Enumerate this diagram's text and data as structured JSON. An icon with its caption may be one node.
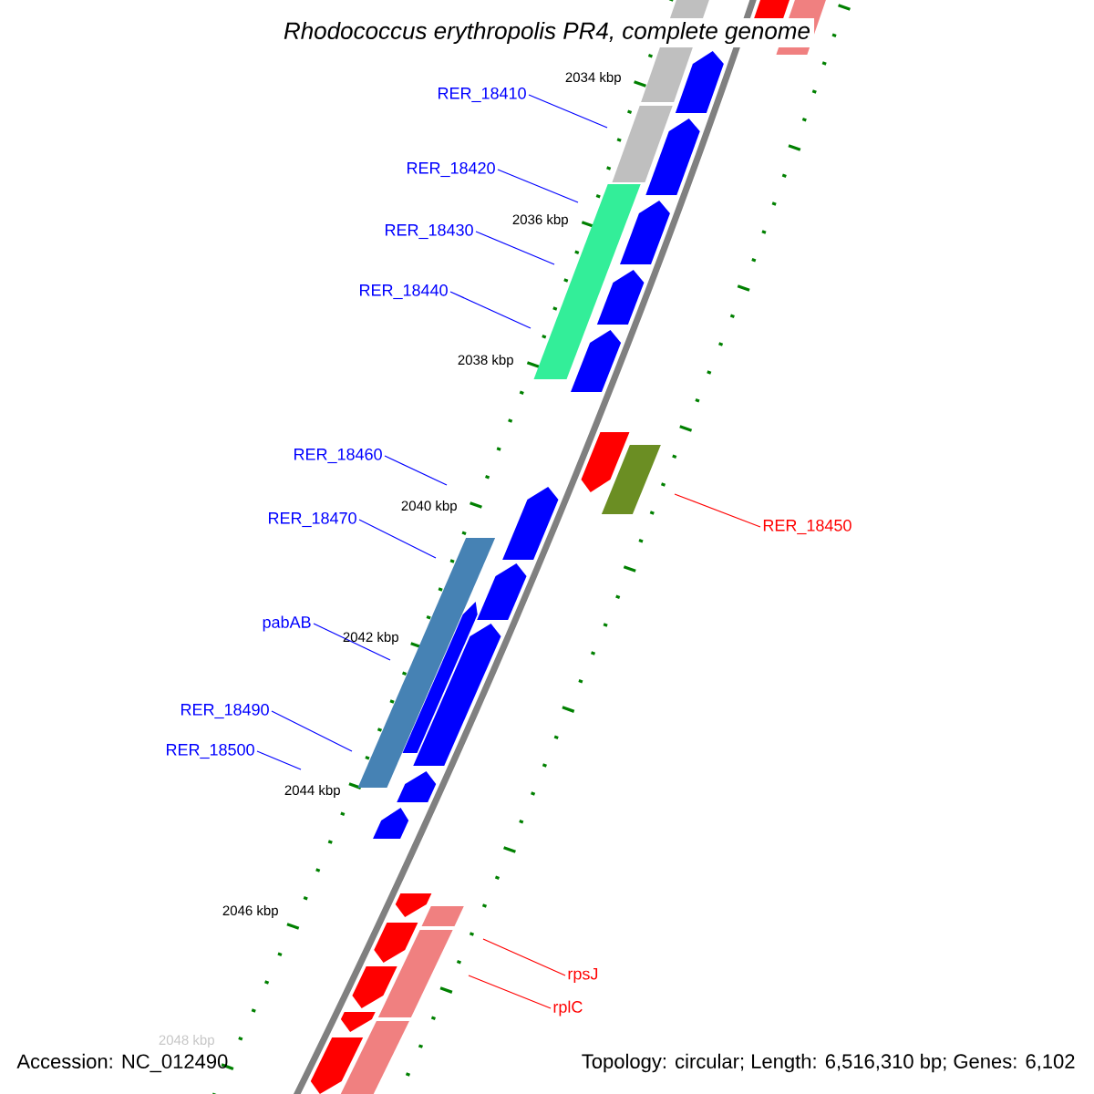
{
  "diagram": {
    "title": "Rhodococcus erythropolis PR4, complete genome",
    "nodes": [
      {
        "text": [
          "RER_18410"
        ]
      },
      {
        "text": [
          "RER_18420"
        ]
      },
      {
        "text": [
          "RER_18430"
        ]
      },
      {
        "text": [
          "RER_18440"
        ]
      },
      {
        "text": [
          "RER_18460"
        ]
      },
      {
        "text": [
          "RER_18470"
        ]
      },
      {
        "text": [
          "pabAB"
        ]
      },
      {
        "text": [
          "RER_18490"
        ]
      },
      {
        "text": [
          "RER_18500"
        ]
      },
      {
        "text": [
          "RER_18450"
        ]
      },
      {
        "text": [
          "rpsJ"
        ]
      },
      {
        "text": [
          "rplC"
        ]
      }
    ],
    "edges": [
      {
        "from": 0,
        "to": null,
        "arrow": "none"
      },
      {
        "from": 1,
        "to": null,
        "arrow": "none"
      },
      {
        "from": 2,
        "to": null,
        "arrow": "none"
      },
      {
        "from": 3,
        "to": null,
        "arrow": "none"
      },
      {
        "from": 4,
        "to": null,
        "arrow": "none"
      },
      {
        "from": 5,
        "to": null,
        "arrow": "none"
      },
      {
        "from": 6,
        "to": null,
        "arrow": "none"
      },
      {
        "from": 7,
        "to": null,
        "arrow": "none"
      },
      {
        "from": 8,
        "to": null,
        "arrow": "none"
      },
      {
        "from": 9,
        "to": null,
        "arrow": "none",
        "color": "#ff0000"
      },
      {
        "from": 10,
        "to": null,
        "arrow": "none",
        "color": "#ff0000"
      },
      {
        "from": 11,
        "to": null,
        "arrow": "none",
        "color": "#ff0000"
      }
    ],
    "labels": [
      "2034 kbp",
      "2036 kbp",
      "2038 kbp",
      "2040 kbp",
      "2042 kbp",
      "2044 kbp",
      "2046 kbp",
      "2048 kbp",
      "Accession: NC_012490",
      "Topology: circular; Length: 6,516,310 bp; Genes: 6,102"
    ]
  }
}
